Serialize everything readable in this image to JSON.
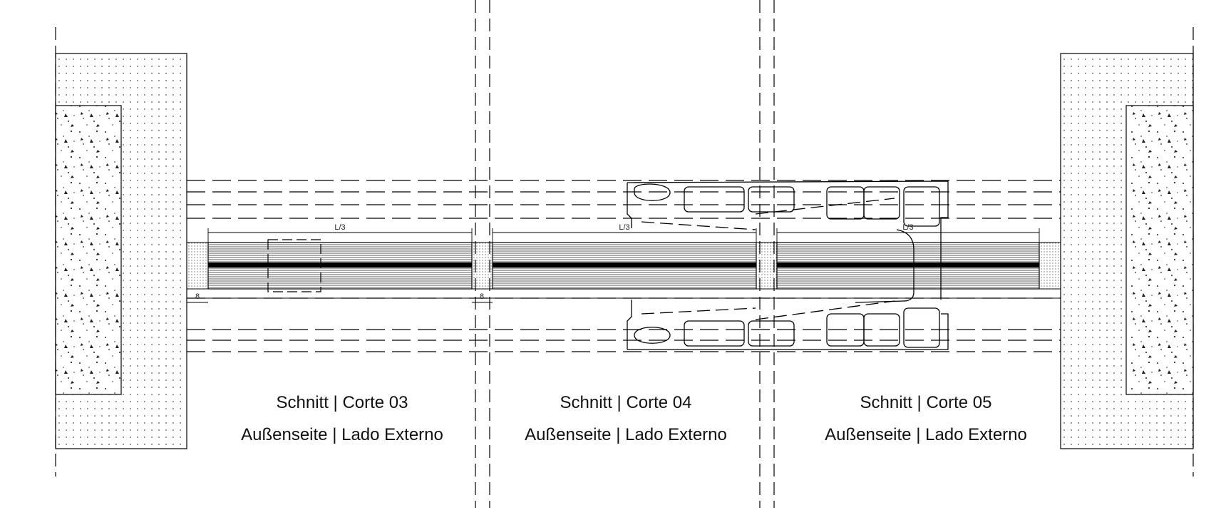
{
  "sections": [
    {
      "title": "Schnitt | Corte 03",
      "side": "Außenseite | Lado Externo"
    },
    {
      "title": "Schnitt | Corte 04",
      "side": "Außenseite | Lado Externo"
    },
    {
      "title": "Schnitt | Corte 05",
      "side": "Außenseite | Lado Externo"
    }
  ],
  "dimensions": {
    "panel_length_labels": [
      "L/3",
      "L/3",
      "L/3"
    ],
    "gap_labels": [
      "8",
      "8"
    ]
  }
}
